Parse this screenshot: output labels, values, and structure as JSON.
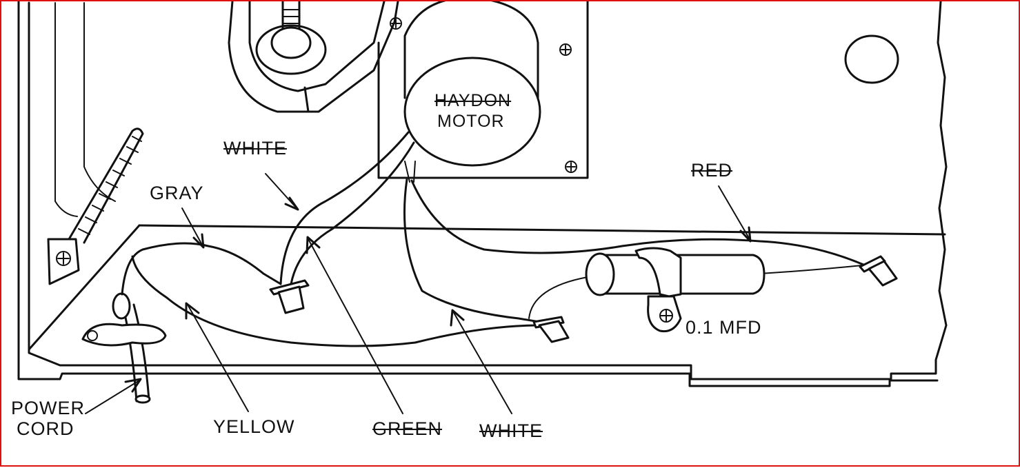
{
  "diagram": {
    "motor_label_line1": "HAYDON",
    "motor_label_line2": "MOTOR",
    "capacitor_label": "0.1 MFD",
    "wire_labels": {
      "white_top": "WHITE",
      "gray": "GRAY",
      "red": "RED",
      "yellow": "YELLOW",
      "green": "GREEN",
      "white_bottom": "WHITE"
    },
    "power_cord_line1": "POWER",
    "power_cord_line2": "CORD"
  },
  "colors": {
    "border": "#e01010",
    "ink": "#111111",
    "background": "#ffffff"
  }
}
